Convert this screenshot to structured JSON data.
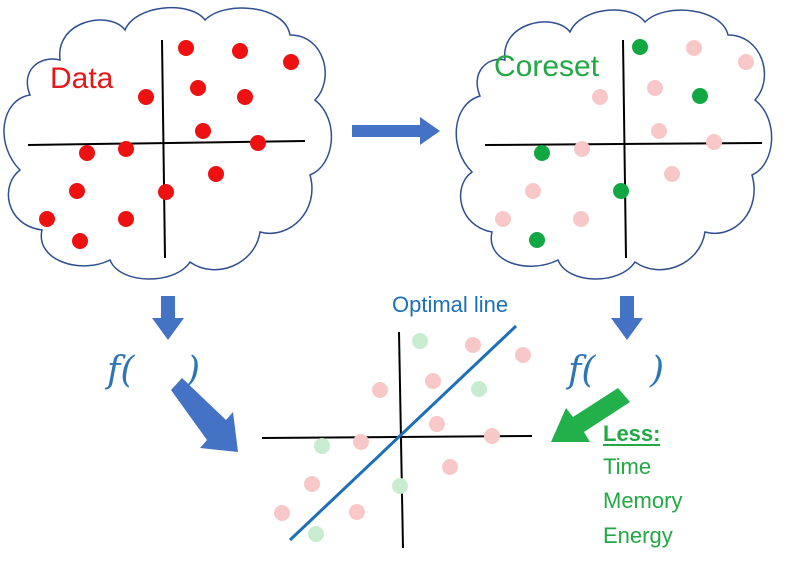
{
  "labels": {
    "data": "Data",
    "coreset": "Coreset",
    "optimal_line": "Optimal line",
    "func_left": "f(",
    "func_left_close": ")",
    "func_right": "f(",
    "func_right_close": ")",
    "less_heading": "Less:",
    "less_items": [
      "Time",
      "Memory",
      "Energy"
    ]
  },
  "colors": {
    "red": "#ee1111",
    "red_faded": "#f8c8c8",
    "green": "#11a843",
    "green_faded": "#c8ecd0",
    "blue_arrow": "#4472c4",
    "cloud_stroke": "#2f4f8f",
    "line_blue": "#1c6fb8",
    "label_red": "#e31919",
    "label_green": "#22a845",
    "func_blue": "#2e75b6"
  },
  "icons": {
    "arrow_right": "right-arrow-icon",
    "arrow_down_left": "down-arrow-icon",
    "arrow_down_right": "down-arrow-icon",
    "arrow_diag_blue": "diagonal-arrow-icon",
    "arrow_diag_green": "diagonal-arrow-icon"
  }
}
